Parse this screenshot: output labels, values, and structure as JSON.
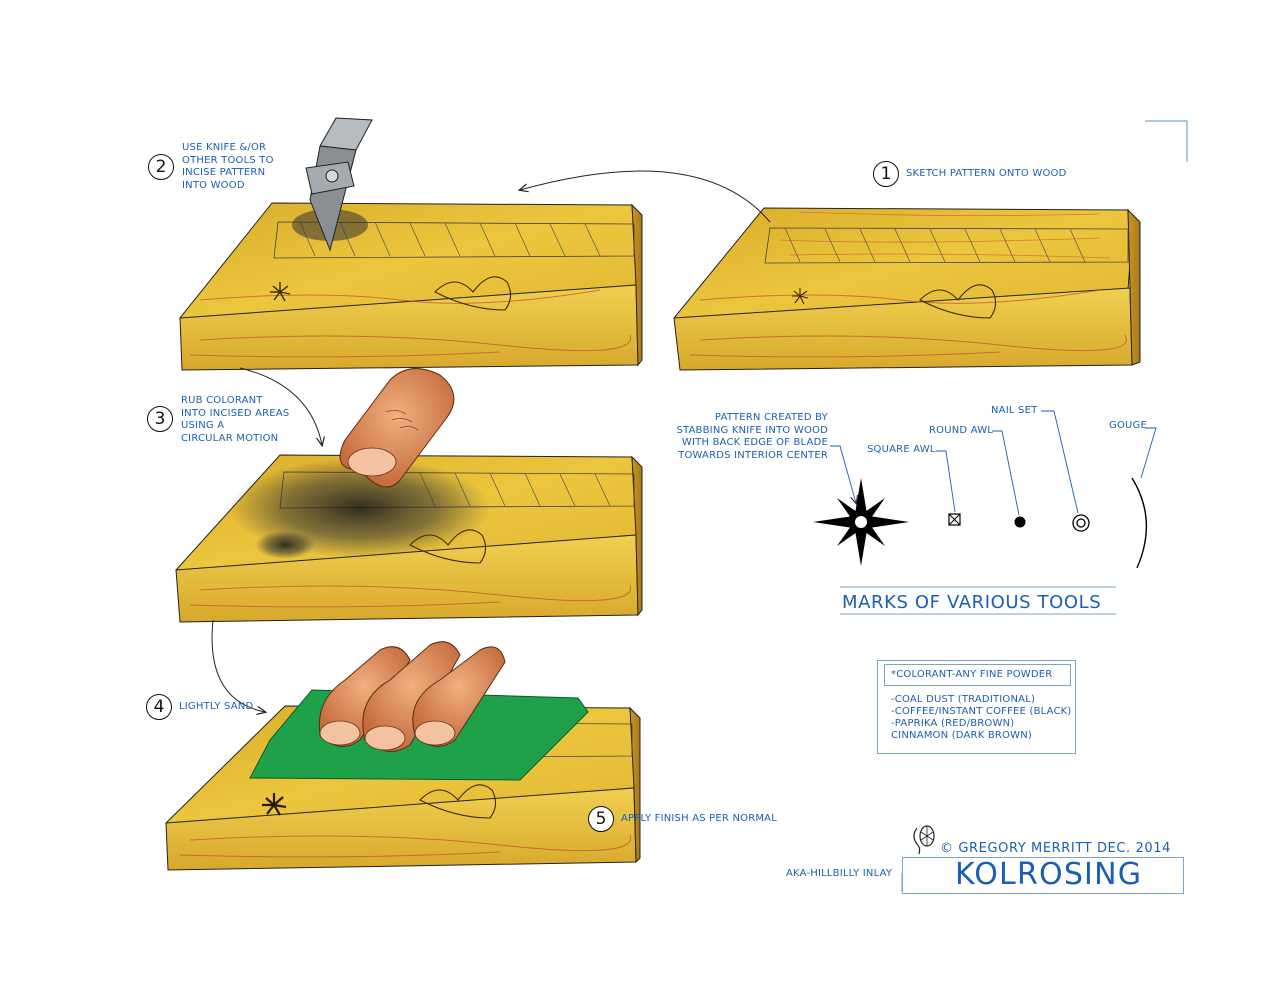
{
  "steps": [
    {
      "number": "1",
      "text": "SKETCH PATTERN ONTO WOOD"
    },
    {
      "number": "2",
      "text": "USE KNIFE &/OR\nOTHER TOOLS TO\nINCISE PATTERN\nINTO WOOD"
    },
    {
      "number": "3",
      "text": "RUB COLORANT\nINTO INCISED AREAS\nUSING A\nCIRCULAR MOTION"
    },
    {
      "number": "4",
      "text": "LIGHTLY SAND"
    },
    {
      "number": "5",
      "text": "APPLY FINISH AS PER NORMAL"
    }
  ],
  "tools": {
    "pattern_note": "PATTERN CREATED BY\nSTABBING KNIFE INTO WOOD\nWITH BACK EDGE OF BLADE\nTOWARDS INTERIOR CENTER",
    "square_awl": "SQUARE AWL",
    "round_awl": "ROUND AWL",
    "nail_set": "NAIL SET",
    "gouge": "GOUGE",
    "title": "MARKS OF VARIOUS TOOLS"
  },
  "colorant": {
    "heading": "*COLORANT-ANY FINE POWDER",
    "items": [
      "-COAL DUST (TRADITIONAL)",
      "-COFFEE/INSTANT COFFEE (BLACK)",
      "-PAPRIKA (RED/BROWN)",
      "CINNAMON (DARK BROWN)"
    ]
  },
  "credit": "© GREGORY MERRITT  DEC. 2014",
  "aka": "AKA-HILLBILLY INLAY",
  "title": "KOLROSING",
  "colors": {
    "wood": "#e8c13a",
    "wood_dark": "#c9961f",
    "grain": "#c0502a",
    "side": "#e5b838",
    "label_blue": "#1a5fb4",
    "box_border": "#7aa6c8",
    "paper": "#1fa14a",
    "finger": "#e08e5e",
    "blade": "#8a8f94",
    "soot": "#2a2a2a"
  }
}
